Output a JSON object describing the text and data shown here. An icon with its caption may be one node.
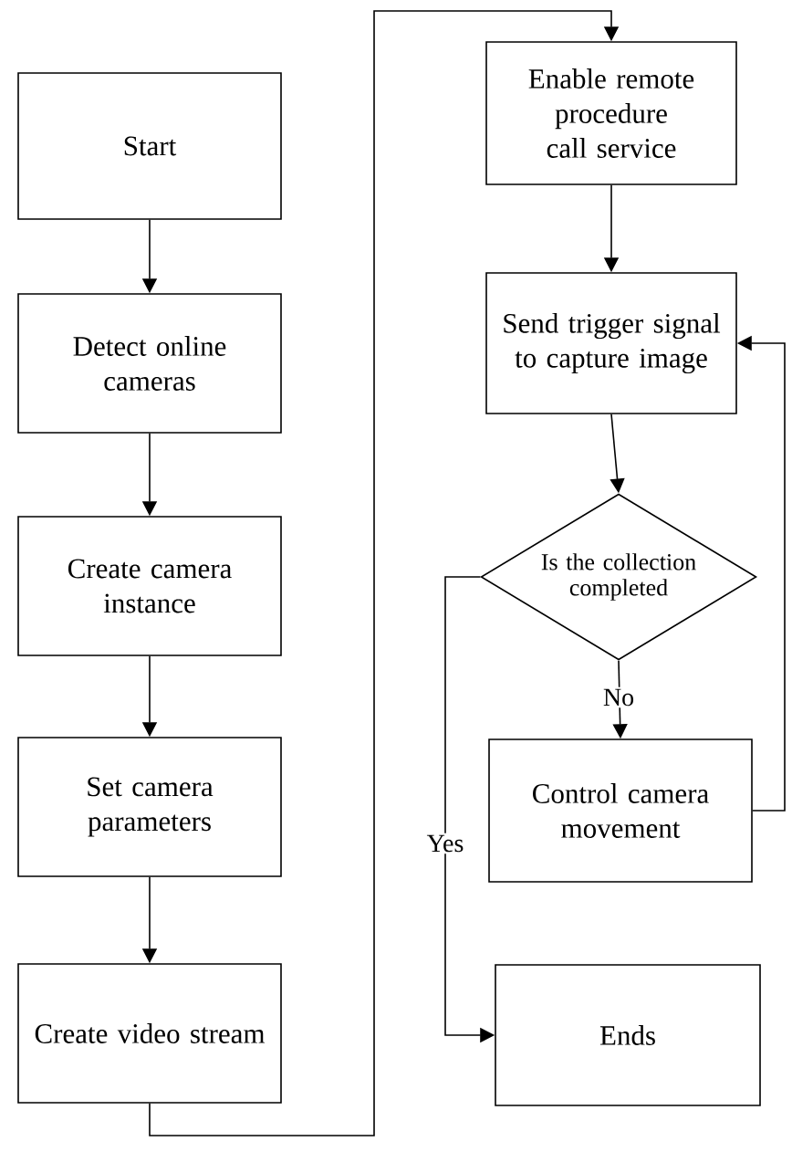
{
  "diagram": {
    "nodes": [
      {
        "text": [
          "Start"
        ]
      },
      {
        "text": [
          "Detect online cameras"
        ]
      },
      {
        "text": [
          "Create camera instance"
        ]
      },
      {
        "text": [
          "Set camera parameters"
        ]
      },
      {
        "text": [
          "Create video stream"
        ]
      },
      {
        "text": [
          "Enable remote procedure call service"
        ]
      },
      {
        "text": [
          "Send trigger signal to capture image"
        ]
      },
      {
        "text": [
          "Is the collection completed"
        ]
      },
      {
        "text": [
          "Control camera movement"
        ]
      },
      {
        "text": [
          "Ends"
        ]
      }
    ],
    "edges": [
      {
        "from": 0,
        "to": 1,
        "arrow": "to"
      },
      {
        "from": 1,
        "to": 2,
        "arrow": "to"
      },
      {
        "from": 2,
        "to": 3,
        "arrow": "to"
      },
      {
        "from": 3,
        "to": 4,
        "arrow": "to"
      },
      {
        "from": 4,
        "to": 5,
        "arrow": "to"
      },
      {
        "from": 5,
        "to": 6,
        "arrow": "to"
      },
      {
        "from": 6,
        "to": 7,
        "arrow": "to"
      },
      {
        "from": 7,
        "to": 8,
        "arrow": "to",
        "label": "No"
      },
      {
        "from": 7,
        "to": 9,
        "arrow": "to",
        "label": "Yes"
      },
      {
        "from": 8,
        "to": 6,
        "arrow": "to"
      }
    ]
  }
}
